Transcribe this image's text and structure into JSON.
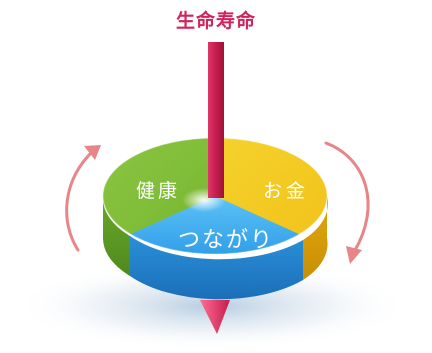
{
  "title": "生命寿命",
  "segments": {
    "health": "健康",
    "money": "お金",
    "connection": "つながり"
  },
  "colors": {
    "title": "#d2245c",
    "health": "#86c440",
    "money": "#f2c81a",
    "connection": "#3aa9ef",
    "axis": "#c51d4e",
    "arrows": "#e88589"
  }
}
